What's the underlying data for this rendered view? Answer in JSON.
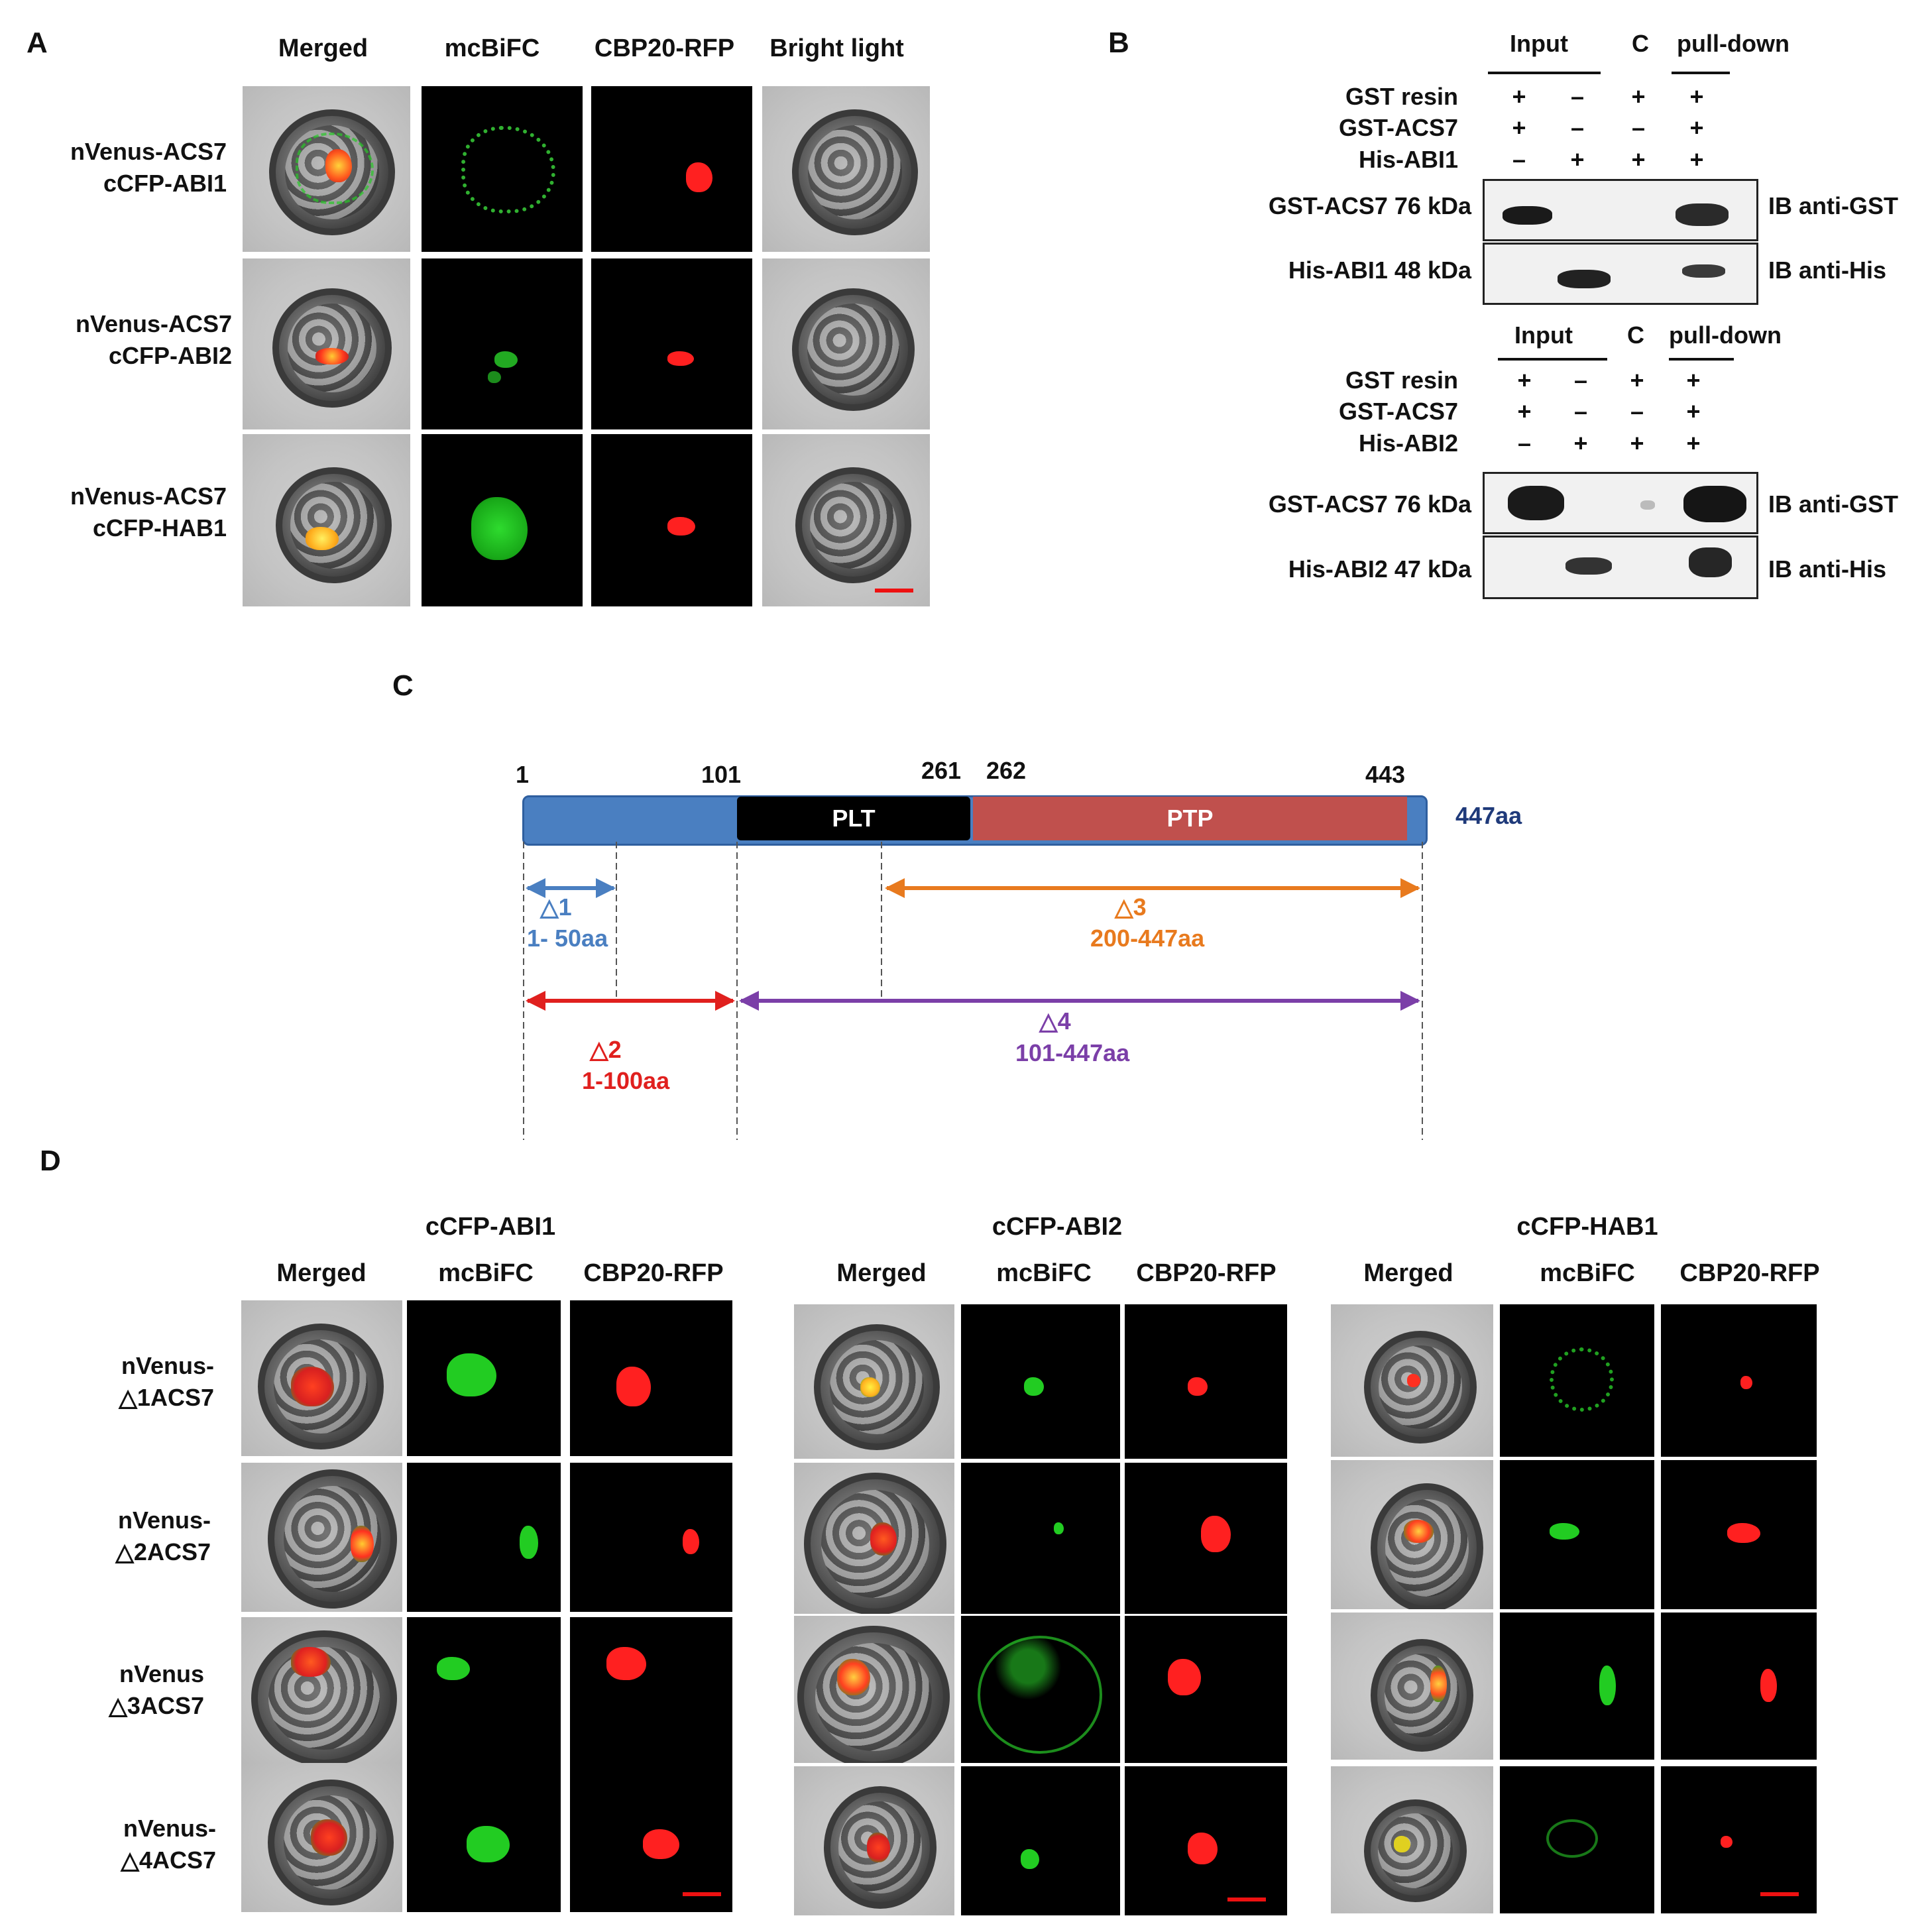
{
  "panels": {
    "A": {
      "label": "A",
      "headers": [
        "Merged",
        "mcBiFC",
        "CBP20-RFP",
        "Bright light"
      ],
      "rows": [
        {
          "line1": "nVenus-ACS7",
          "line2": "cCFP-ABI1"
        },
        {
          "line1": "nVenus-ACS7",
          "line2": "cCFP-ABI2"
        },
        {
          "line1": "nVenus-ACS7",
          "line2": "cCFP-HAB1"
        }
      ]
    },
    "B": {
      "label": "B",
      "blocks": [
        {
          "group_input": "Input",
          "group_c": "C",
          "group_pulldown": "pull-down",
          "rows": [
            {
              "label": "GST resin",
              "symbols": [
                "+",
                "–",
                "+",
                "+"
              ]
            },
            {
              "label": "GST-ACS7",
              "symbols": [
                "+",
                "–",
                "–",
                "+"
              ]
            },
            {
              "label": "His-ABI1",
              "symbols": [
                "–",
                "+",
                "+",
                "+"
              ]
            }
          ],
          "blots": [
            {
              "label": "GST-ACS7 76 kDa",
              "ib": "IB anti-GST"
            },
            {
              "label": "His-ABI1 48 kDa",
              "ib": "IB anti-His"
            }
          ]
        },
        {
          "group_input": "Input",
          "group_c": "C",
          "group_pulldown": "pull-down",
          "rows": [
            {
              "label": "GST resin",
              "symbols": [
                "+",
                "–",
                "+",
                "+"
              ]
            },
            {
              "label": "GST-ACS7",
              "symbols": [
                "+",
                "–",
                "–",
                "+"
              ]
            },
            {
              "label": "His-ABI2",
              "symbols": [
                "–",
                "+",
                "+",
                "+"
              ]
            }
          ],
          "blots": [
            {
              "label": "GST-ACS7 76 kDa",
              "ib": "IB anti-GST"
            },
            {
              "label": "His-ABI2 47 kDa",
              "ib": "IB anti-His"
            }
          ]
        }
      ]
    },
    "C": {
      "label": "C",
      "positions": {
        "p1": "1",
        "p101": "101",
        "p261": "261",
        "p262": "262",
        "p443": "443"
      },
      "length": "447aa",
      "domains": {
        "plt": "PLT",
        "ptp": "PTP"
      },
      "deletions": [
        {
          "name": "△1",
          "range": "1- 50aa",
          "color": "#4a7fc1"
        },
        {
          "name": "△2",
          "range": "1-100aa",
          "color": "#e0201e"
        },
        {
          "name": "△3",
          "range": "200-447aa",
          "color": "#e87a1e"
        },
        {
          "name": "△4",
          "range": "101-447aa",
          "color": "#7b3fa8"
        }
      ],
      "colors": {
        "bar": "#4a7fc1",
        "plt": "#000000",
        "ptp": "#c0504d",
        "length_text": "#1f3a7a"
      }
    },
    "D": {
      "label": "D",
      "groups": [
        {
          "title": "cCFP-ABI1",
          "headers": [
            "Merged",
            "mcBiFC",
            "CBP20-RFP"
          ]
        },
        {
          "title": "cCFP-ABI2",
          "headers": [
            "Merged",
            "mcBiFC",
            "CBP20-RFP"
          ]
        },
        {
          "title": "cCFP-HAB1",
          "headers": [
            "Merged",
            "mcBiFC",
            "CBP20-RFP"
          ]
        }
      ],
      "rows": [
        {
          "line1": "nVenus-",
          "line2": "△1ACS7"
        },
        {
          "line1": "nVenus-",
          "line2": "△2ACS7"
        },
        {
          "line1": "nVenus",
          "line2": "△3ACS7"
        },
        {
          "line1": "nVenus-",
          "line2": "△4ACS7"
        }
      ]
    }
  }
}
